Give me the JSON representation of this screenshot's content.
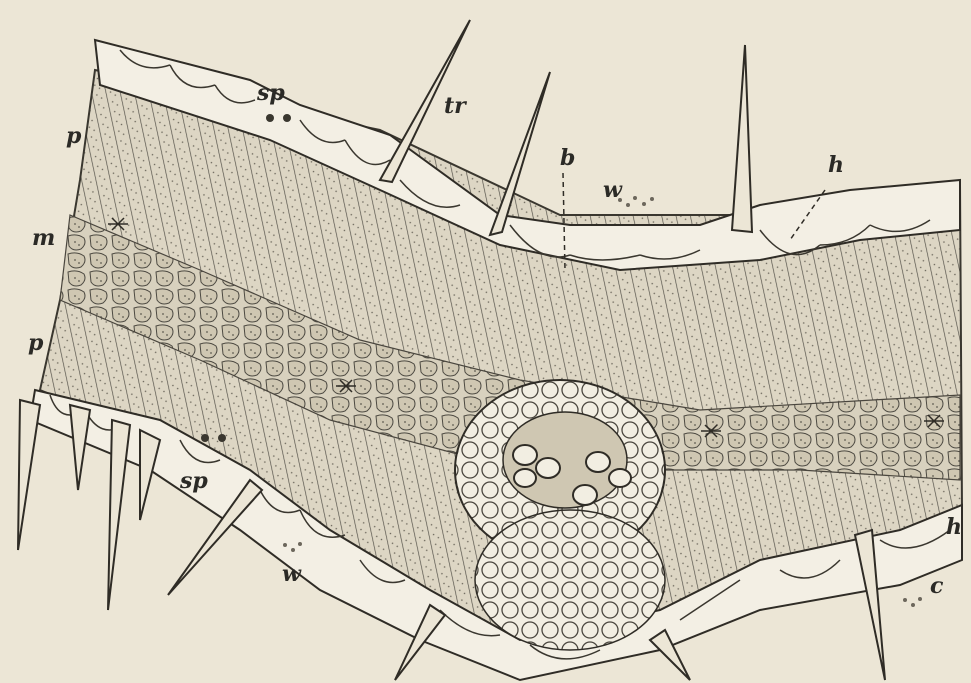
{
  "figure": {
    "subject": "leaf cross-section engraving",
    "colors": {
      "paper": "#ece6d6",
      "ink": "#2b2a26",
      "tissue": "#d9d3c2"
    },
    "labels": {
      "p_top": "p",
      "m": "m",
      "p_bottom": "p",
      "sp_top": "sp",
      "tr": "tr",
      "b": "b",
      "w_top": "w",
      "h_top": "h",
      "sp_bottom": "sp",
      "w_bottom": "w",
      "h_right": "h",
      "c": "c"
    }
  }
}
